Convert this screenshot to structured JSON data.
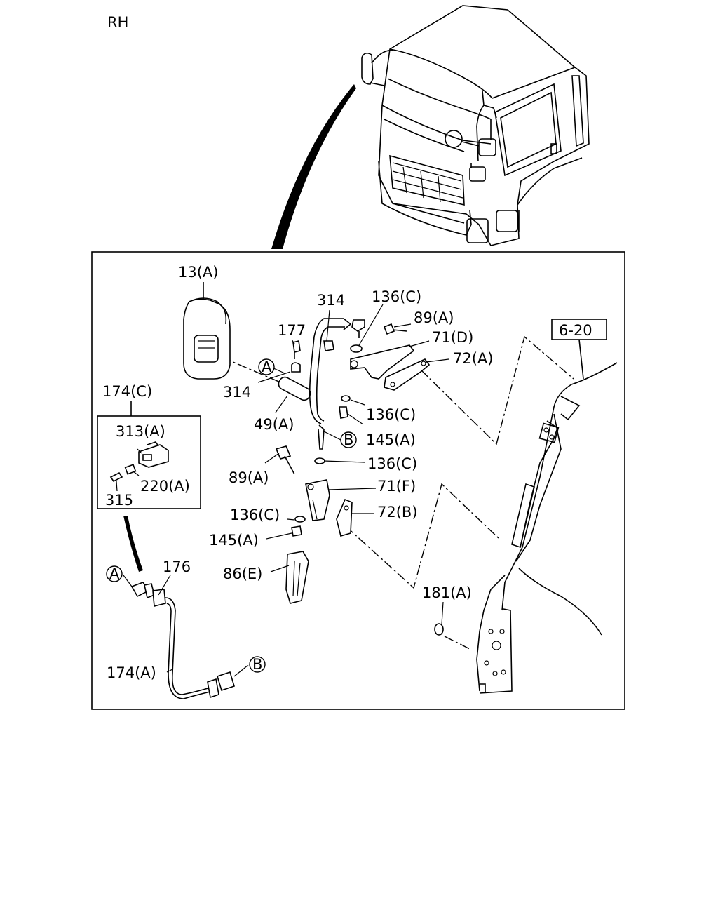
{
  "side_label": "RH",
  "ref_box": "6-20",
  "callouts": {
    "a_circle": "A",
    "b_circle": "B"
  },
  "labels": {
    "l13a": "13(A)",
    "l314_top": "314",
    "l136c_1": "136(C)",
    "l89a_1": "89(A)",
    "l177": "177",
    "l71d": "71(D)",
    "l72a": "72(A)",
    "l314_left": "314",
    "l136c_2": "136(C)",
    "l49a": "49(A)",
    "l145a_1": "145(A)",
    "l174c": "174(C)",
    "l313a": "313(A)",
    "l220a": "220(A)",
    "l315": "315",
    "l136c_3": "136(C)",
    "l89a_2": "89(A)",
    "l71f": "71(F)",
    "l136c_4": "136(C)",
    "l72b": "72(B)",
    "l145a_2": "145(A)",
    "l86e": "86(E)",
    "l176": "176",
    "l181a": "181(A)",
    "l174a": "174(A)"
  }
}
